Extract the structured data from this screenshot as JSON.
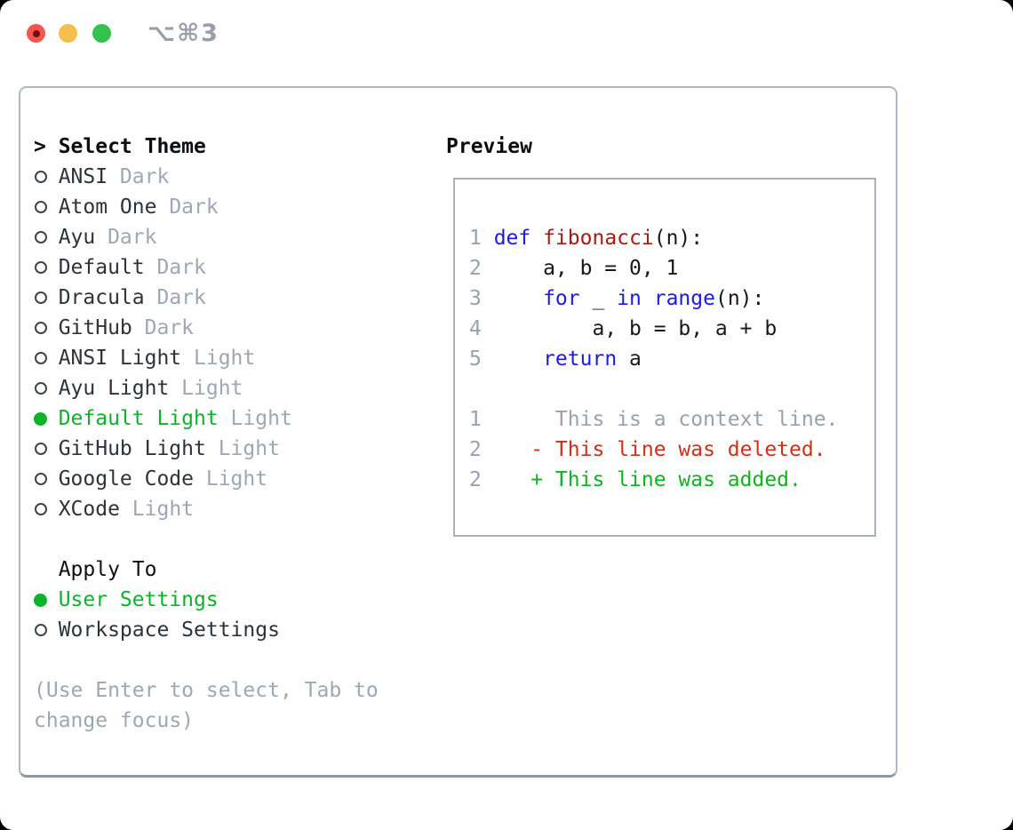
{
  "titlebar": {
    "shortcut": "⌥⌘3"
  },
  "theme_panel": {
    "header": {
      "prompt": ">",
      "label": "Select Theme"
    },
    "themes": [
      {
        "label": "ANSI",
        "variant": "Dark",
        "selected": false
      },
      {
        "label": "Atom One",
        "variant": "Dark",
        "selected": false
      },
      {
        "label": "Ayu",
        "variant": "Dark",
        "selected": false
      },
      {
        "label": "Default",
        "variant": "Dark",
        "selected": false
      },
      {
        "label": "Dracula",
        "variant": "Dark",
        "selected": false
      },
      {
        "label": "GitHub",
        "variant": "Dark",
        "selected": false
      },
      {
        "label": "ANSI Light",
        "variant": "Light",
        "selected": false
      },
      {
        "label": "Ayu Light",
        "variant": "Light",
        "selected": false
      },
      {
        "label": "Default Light",
        "variant": "Light",
        "selected": true
      },
      {
        "label": "GitHub Light",
        "variant": "Light",
        "selected": false
      },
      {
        "label": "Google Code",
        "variant": "Light",
        "selected": false
      },
      {
        "label": "XCode",
        "variant": "Light",
        "selected": false
      }
    ],
    "apply_to": {
      "header": "Apply To",
      "options": [
        {
          "label": "User Settings",
          "selected": true
        },
        {
          "label": "Workspace Settings",
          "selected": false
        }
      ]
    },
    "hint_lines": [
      "(Use Enter to select, Tab to",
      "change focus)"
    ]
  },
  "preview": {
    "title": "Preview",
    "code_lines": [
      {
        "num": "1",
        "segments": [
          [
            "kw",
            "def"
          ],
          [
            "pl",
            " "
          ],
          [
            "fn",
            "fibonacci"
          ],
          [
            "pl",
            "(n):"
          ]
        ]
      },
      {
        "num": "2",
        "segments": [
          [
            "pl",
            "    a, b = 0, 1"
          ]
        ]
      },
      {
        "num": "3",
        "segments": [
          [
            "pl",
            "    "
          ],
          [
            "kw",
            "for"
          ],
          [
            "pl",
            " _ "
          ],
          [
            "kw",
            "in"
          ],
          [
            "pl",
            " "
          ],
          [
            "kw",
            "range"
          ],
          [
            "pl",
            "(n):"
          ]
        ]
      },
      {
        "num": "4",
        "segments": [
          [
            "pl",
            "        a, b = b, a + b"
          ]
        ]
      },
      {
        "num": "5",
        "segments": [
          [
            "pl",
            "    "
          ],
          [
            "kw",
            "return"
          ],
          [
            "pl",
            " a"
          ]
        ]
      },
      {
        "num": "",
        "segments": []
      },
      {
        "num": "1",
        "segments": [
          [
            "ctx",
            "     This is a context line."
          ]
        ]
      },
      {
        "num": "2",
        "segments": [
          [
            "del",
            "   - This line was deleted."
          ]
        ]
      },
      {
        "num": "2",
        "segments": [
          [
            "add",
            "   + This line was added."
          ]
        ]
      }
    ]
  },
  "colors": {
    "selection_green": "#0db22b",
    "keyword_blue": "#1b1be8",
    "function_red": "#ab1a10",
    "diff_deleted_red": "#cf2f1a",
    "diff_added_green": "#0db41f",
    "muted_gray": "#9ea7b3",
    "text_dark": "#2d3339",
    "line_number_gray": "#98a1ae",
    "panel_border_gray": "#aab1bb",
    "traffic_red": "#f2564e",
    "traffic_yellow": "#f5bf4b",
    "traffic_green": "#33c24b"
  }
}
